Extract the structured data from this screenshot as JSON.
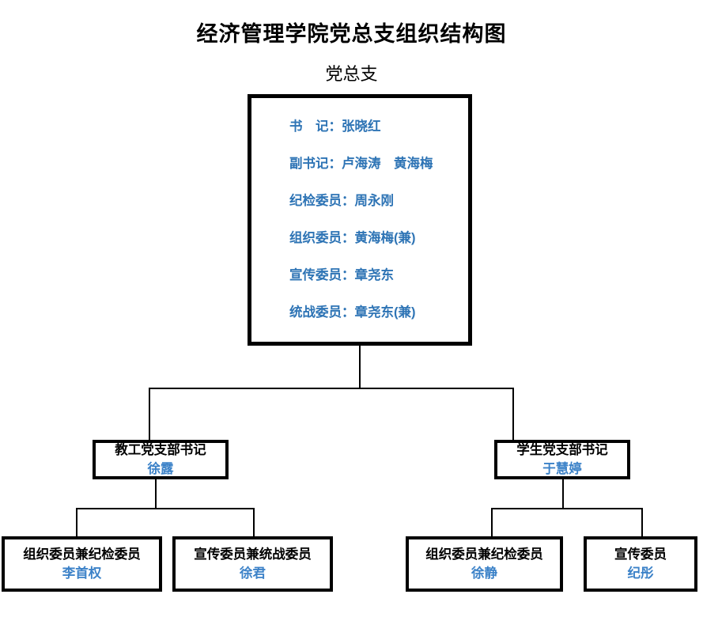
{
  "title": "经济管理学院党总支组织结构图",
  "subtitle": "党总支",
  "root": {
    "label": "党总支",
    "positions": [
      {
        "role": "书　记",
        "separator": "：",
        "names": "张晓红"
      },
      {
        "role": "副书记",
        "separator": "：",
        "names": "卢海涛　黄海梅"
      },
      {
        "role": "纪检委员",
        "separator": "：",
        "names": "周永刚"
      },
      {
        "role": "组织委员",
        "separator": "：",
        "names": "黄海梅(兼)"
      },
      {
        "role": "宣传委员",
        "separator": "：",
        "names": "章尧东"
      },
      {
        "role": "统战委员",
        "separator": "：",
        "names": "章尧东(兼)"
      }
    ],
    "lines": [
      "书　记：张晓红",
      "副书记：卢海涛　黄海梅",
      "纪检委员：周永刚",
      "组织委员：黄海梅(兼)",
      "宣传委员：章尧东",
      "统战委员：章尧东(兼)"
    ]
  },
  "branches": [
    {
      "id": "faculty",
      "role": "教工党支部书记",
      "name": "徐露",
      "children": [
        {
          "id": "faculty-org",
          "role": "组织委员兼纪检委员",
          "name": "李首权"
        },
        {
          "id": "faculty-pub",
          "role": "宣传委员兼统战委员",
          "name": "徐君"
        }
      ]
    },
    {
      "id": "student",
      "role": "学生党支部书记",
      "name": "于慧婷",
      "children": [
        {
          "id": "student-org",
          "role": "组织委员兼纪检委员",
          "name": "徐静"
        },
        {
          "id": "student-pub",
          "role": "宣传委员",
          "name": "纪彤"
        }
      ]
    }
  ],
  "colors": {
    "name_blue": "#3C82C8",
    "root_text_blue": "#2E74B5",
    "box_border": "#000000",
    "heading_black": "#000000",
    "background": "#FFFFFF"
  }
}
